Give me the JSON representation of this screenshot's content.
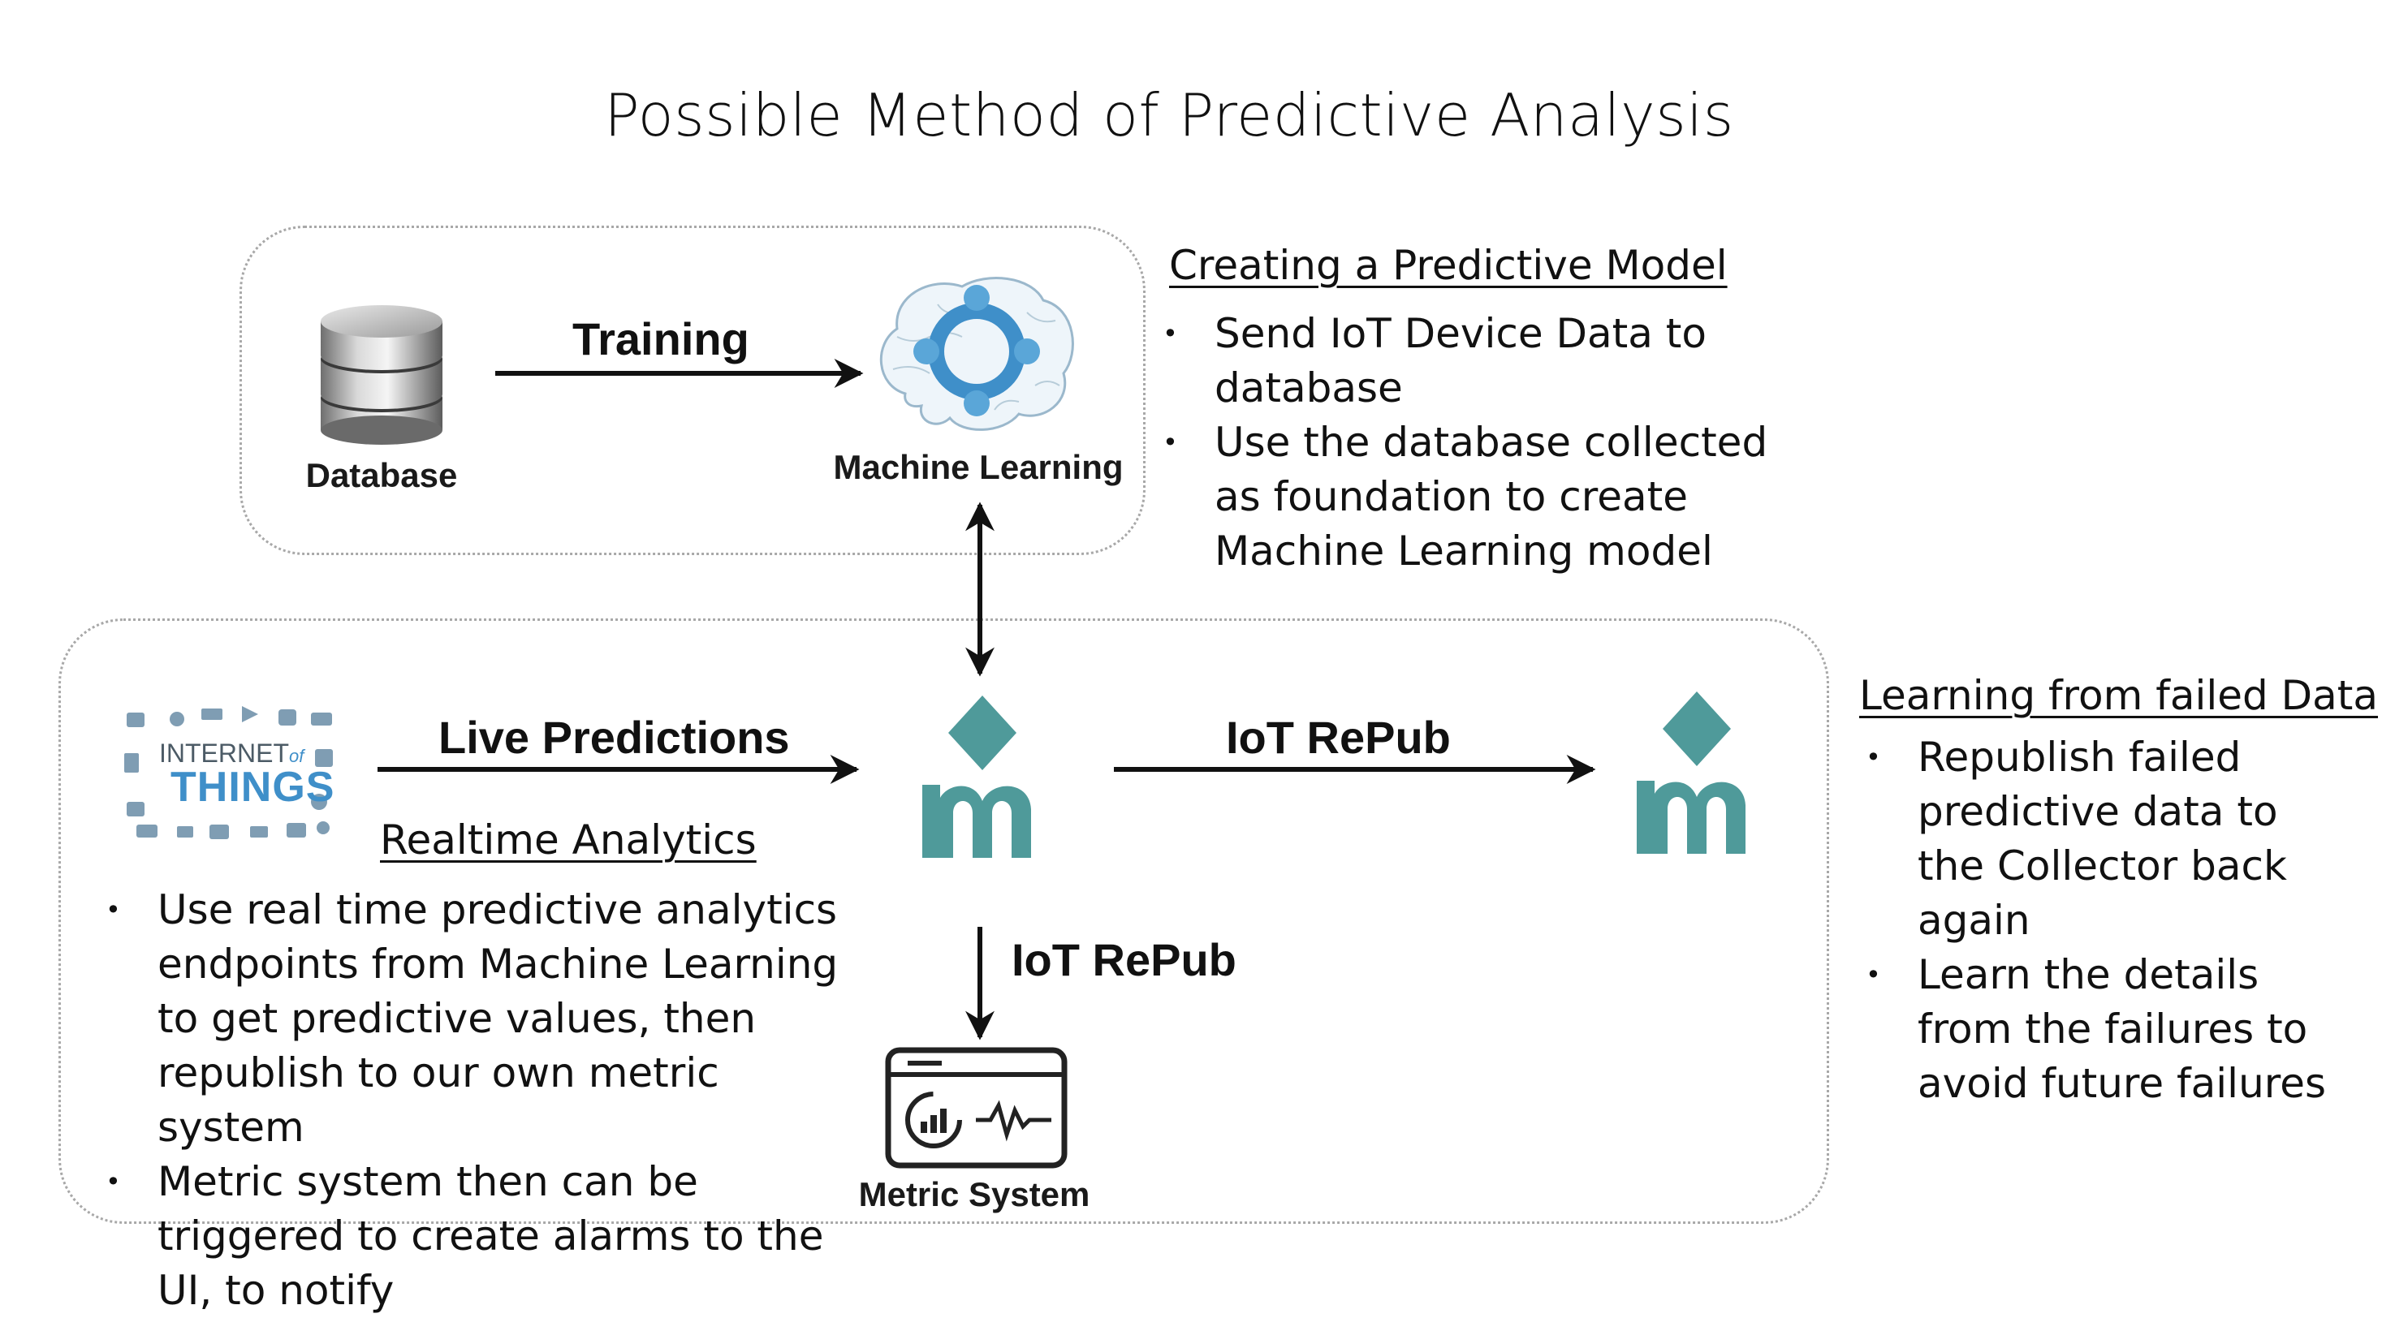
{
  "title": "Possible Method of Predictive Analysis",
  "nodes": {
    "database": "Database",
    "machine_learning": "Machine Learning",
    "metric_system": "Metric System",
    "iot_logo": {
      "line1": "INTERNET",
      "line1_suffix": "of",
      "line2": "THINGS"
    }
  },
  "edges": {
    "training": "Training",
    "live_predictions": "Live Predictions",
    "iot_republish_right": "IoT RePub",
    "iot_republish_down": "IoT RePub"
  },
  "sections": {
    "creating_model": {
      "heading": "Creating a Predictive Model",
      "bullets": [
        "Send IoT Device Data to database",
        "Use the database collected as foundation to create Machine Learning model"
      ]
    },
    "realtime": {
      "heading": "Realtime Analytics",
      "bullets": [
        "Use real time predictive analytics endpoints from Machine Learning to get predictive values, then republish to our own metric system",
        "Metric system then can be triggered to create alarms to the UI, to notify"
      ]
    },
    "failed_data": {
      "heading": "Learning from failed Data",
      "bullets": [
        "Republish failed predictive data to the Collector back again",
        "Learn the details from the failures to avoid future failures"
      ]
    }
  },
  "colors": {
    "teal": "#4f9a9a",
    "iot_blue": "#3f8fc9",
    "border": "#a8a8a8"
  }
}
